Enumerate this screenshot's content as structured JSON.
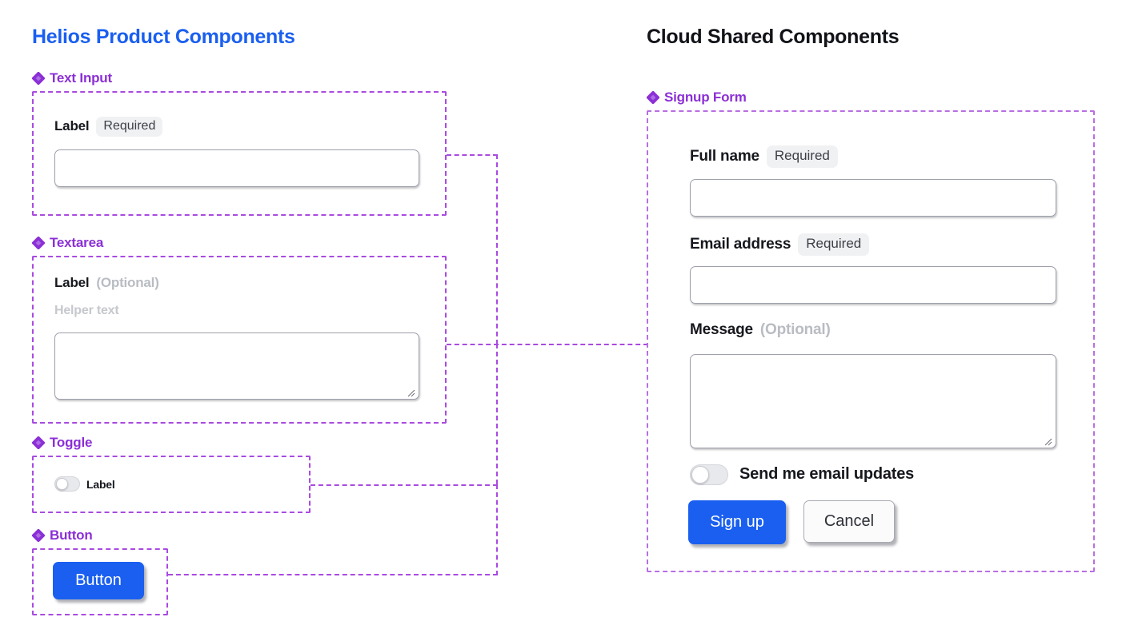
{
  "panels": {
    "left": {
      "title": "Helios Product Components",
      "title_color": "#1a5ff0",
      "sections": [
        {
          "id": "text-input",
          "heading": "Text Input"
        },
        {
          "id": "textarea",
          "heading": "Textarea"
        },
        {
          "id": "toggle",
          "heading": "Toggle"
        },
        {
          "id": "button",
          "heading": "Button"
        }
      ]
    },
    "right": {
      "title": "Cloud Shared Components",
      "title_color": "#111318",
      "sections": [
        {
          "id": "signup-form",
          "heading": "Signup Form"
        }
      ]
    }
  },
  "text_input": {
    "label": "Label",
    "badge": "Required",
    "value": "",
    "placeholder": ""
  },
  "textarea": {
    "label": "Label",
    "optional": "(Optional)",
    "helper": "Helper text",
    "value": "",
    "placeholder": ""
  },
  "toggle": {
    "label": "Label",
    "state": "off"
  },
  "button": {
    "label": "Button"
  },
  "signup_form": {
    "full_name": {
      "label": "Full name",
      "badge": "Required",
      "value": "",
      "placeholder": ""
    },
    "email": {
      "label": "Email address",
      "badge": "Required",
      "value": "",
      "placeholder": ""
    },
    "message": {
      "label": "Message",
      "optional": "(Optional)",
      "value": "",
      "placeholder": ""
    },
    "email_updates": {
      "label": "Send me email updates",
      "state": "off"
    },
    "submit_label": "Sign up",
    "cancel_label": "Cancel"
  },
  "icons": {
    "section_marker": "diamond-cluster-icon",
    "resize": "resize-grip-icon"
  },
  "colors": {
    "accent_blue": "#1a5ff0",
    "accent_purple": "#8b2fd6",
    "dash_purple": "#a94ae0",
    "dash_purple_light": "#b86fe2",
    "badge_bg": "#f0f1f3",
    "muted_text": "#b9bcc2",
    "ink": "#16181d",
    "canvas_bg": "#ffffff"
  }
}
